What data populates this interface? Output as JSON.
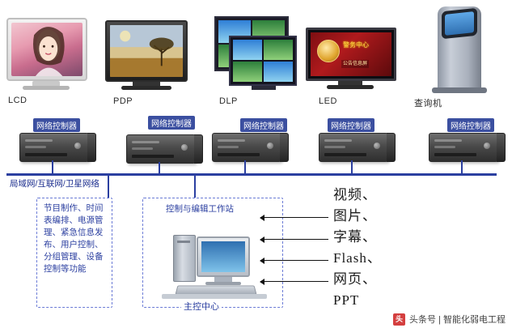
{
  "displays": [
    {
      "id": "lcd",
      "label": "LCD"
    },
    {
      "id": "pdp",
      "label": "PDP"
    },
    {
      "id": "dlp",
      "label": "DLP"
    },
    {
      "id": "led",
      "label": "LED"
    },
    {
      "id": "kiosk",
      "label": "查询机"
    }
  ],
  "led_board": {
    "title_line1": "警务中心",
    "title_line2": "公告信息屏"
  },
  "controllers": [
    {
      "label": "网络控制器"
    },
    {
      "label": "网络控制器"
    },
    {
      "label": "网络控制器"
    },
    {
      "label": "网络控制器"
    },
    {
      "label": "网络控制器"
    }
  ],
  "network": {
    "bus_label": "局域网/互联网/卫星网络"
  },
  "left_box": {
    "text": "节目制作、时间表编排、电源管理、紧急信息发布、用户控制、分组管理、设备控制等功能"
  },
  "workstation": {
    "title": "控制与编辑工作站",
    "center_label": "主控中心"
  },
  "content_types": [
    {
      "label": "视频、"
    },
    {
      "label": "图片、"
    },
    {
      "label": "字幕、"
    },
    {
      "label": "Flash、"
    },
    {
      "label": "网页、"
    },
    {
      "label": "PPT"
    }
  ],
  "footer": {
    "badge": "头",
    "text": "头条号 | 智能化弱电工程"
  },
  "colors": {
    "line": "#2b3fa0",
    "label_bg": "#3b4fa0",
    "text_blue": "#2b3fa0"
  }
}
